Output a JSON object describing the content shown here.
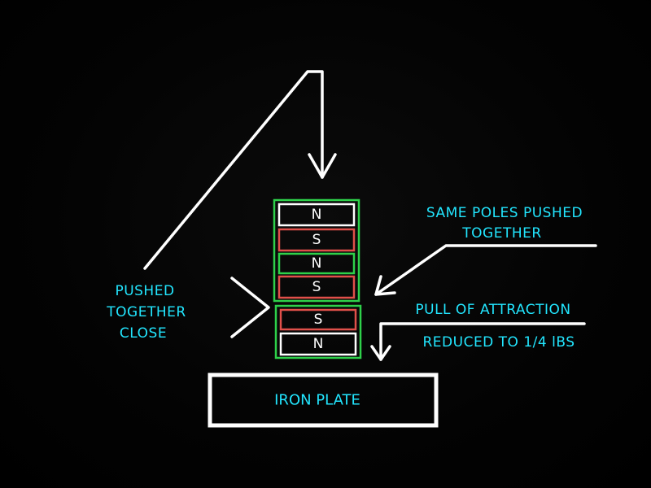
{
  "colors": {
    "background": "#000000",
    "line": "#ffffff",
    "text": "#22e6ff",
    "magnet_outline_green": "#2ed14a",
    "magnet_outline_red": "#e0504a"
  },
  "labels": {
    "pushed_line1": "PUSHED",
    "pushed_line2": "TOGETHER",
    "pushed_line3": "CLOSE",
    "same_poles_line1": "SAME POLES PUSHED",
    "same_poles_line2": "TOGETHER",
    "pull_line1": "PULL OF ATTRACTION",
    "pull_line2": "REDUCED TO 1/4 lBS",
    "iron_plate": "IRON PLATE"
  },
  "magnet_stack": {
    "upper_group": [
      "N",
      "S",
      "N",
      "S"
    ],
    "lower_group": [
      "S",
      "N"
    ]
  }
}
